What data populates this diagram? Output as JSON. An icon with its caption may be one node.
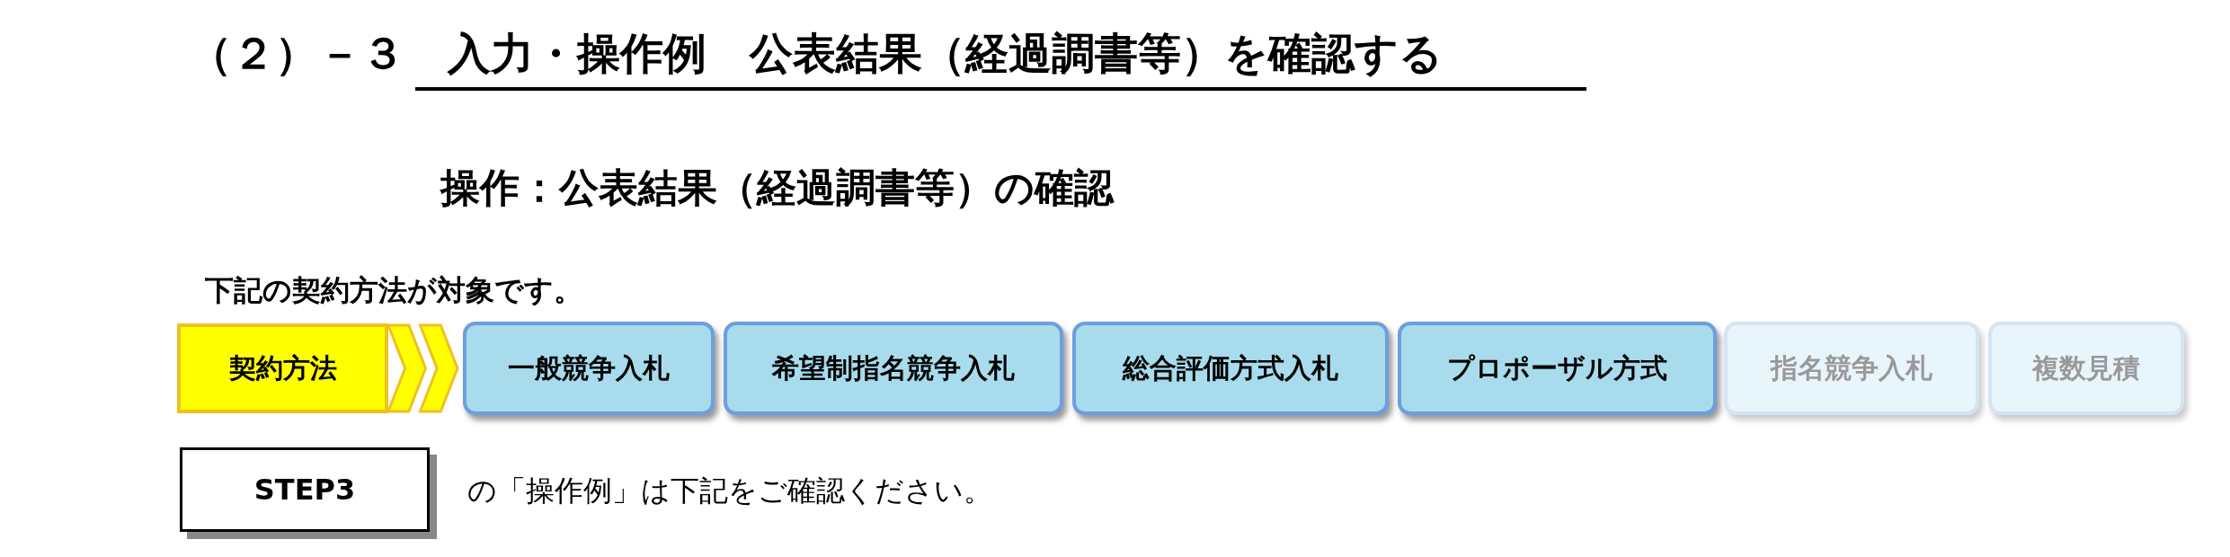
{
  "diagram": {
    "title": "（２）－３　入力・操作例　公表結果（経過調書等）を確認する",
    "nodes": [
      {
        "text": [
          "契約方法"
        ]
      },
      {
        "text": [
          "一般競争入札"
        ]
      },
      {
        "text": [
          "希望制指名競争入札"
        ]
      },
      {
        "text": [
          "総合評価方式入札"
        ]
      },
      {
        "text": [
          "プロポーザル方式"
        ]
      },
      {
        "text": [
          "指名競争入札"
        ]
      },
      {
        "text": [
          "複数見積"
        ]
      },
      {
        "text": [
          "STEP3"
        ],
        "beside": [
          "の「操作例」は下記をご確認ください。"
        ]
      }
    ],
    "edges": [
      {
        "from": 0,
        "to": 1,
        "arrow": "to"
      }
    ],
    "labels": [
      "操作：公表結果（経過調書等）の確認",
      "下記の契約方法が対象です。"
    ]
  }
}
